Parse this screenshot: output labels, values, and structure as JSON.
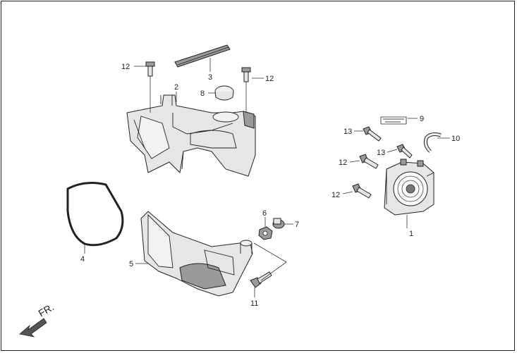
{
  "diagram": {
    "callouts": [
      {
        "id": "c1",
        "label": "1"
      },
      {
        "id": "c2",
        "label": "2"
      },
      {
        "id": "c3",
        "label": "3"
      },
      {
        "id": "c4",
        "label": "4"
      },
      {
        "id": "c5",
        "label": "5"
      },
      {
        "id": "c6",
        "label": "6"
      },
      {
        "id": "c7",
        "label": "7"
      },
      {
        "id": "c8",
        "label": "8"
      },
      {
        "id": "c9",
        "label": "9"
      },
      {
        "id": "c10",
        "label": "10"
      },
      {
        "id": "c11",
        "label": "11"
      },
      {
        "id": "c12a",
        "label": "12"
      },
      {
        "id": "c12b",
        "label": "12"
      },
      {
        "id": "c12c",
        "label": "12"
      },
      {
        "id": "c12d",
        "label": "12"
      },
      {
        "id": "c13a",
        "label": "13"
      },
      {
        "id": "c13b",
        "label": "13"
      }
    ],
    "front_marker": "FR.",
    "colors": {
      "line": "#222222",
      "fill": "#e6e6e6",
      "shade": "#9a9a9a",
      "arrow": "#555555"
    }
  }
}
